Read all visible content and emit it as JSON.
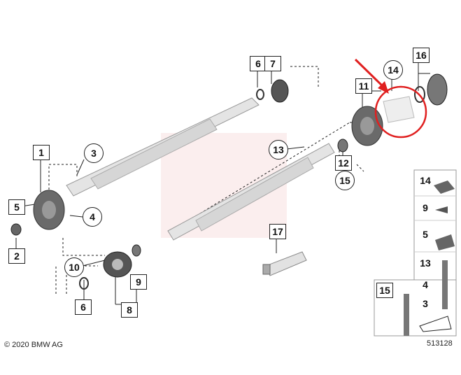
{
  "diagram": {
    "copyright": "© 2020 BMW AG",
    "diagram_number": "513128",
    "callouts": {
      "c1": "1",
      "c2": "2",
      "c3": "3",
      "c4": "4",
      "c5": "5",
      "c6a": "6",
      "c6b": "6",
      "c7": "7",
      "c8": "8",
      "c9": "9",
      "c10": "10",
      "c11": "11",
      "c12": "12",
      "c13": "13",
      "c14": "14",
      "c15": "15",
      "c16": "16",
      "c17": "17"
    },
    "legend": {
      "l14": "14",
      "l9": "9",
      "l5": "5",
      "l13": "13",
      "l4": "4",
      "l3": "3",
      "l15": "15"
    },
    "colors": {
      "highlight": "#e02020",
      "line": "#222222",
      "part_light": "#dcdcdc",
      "part_dark": "#555555"
    }
  }
}
